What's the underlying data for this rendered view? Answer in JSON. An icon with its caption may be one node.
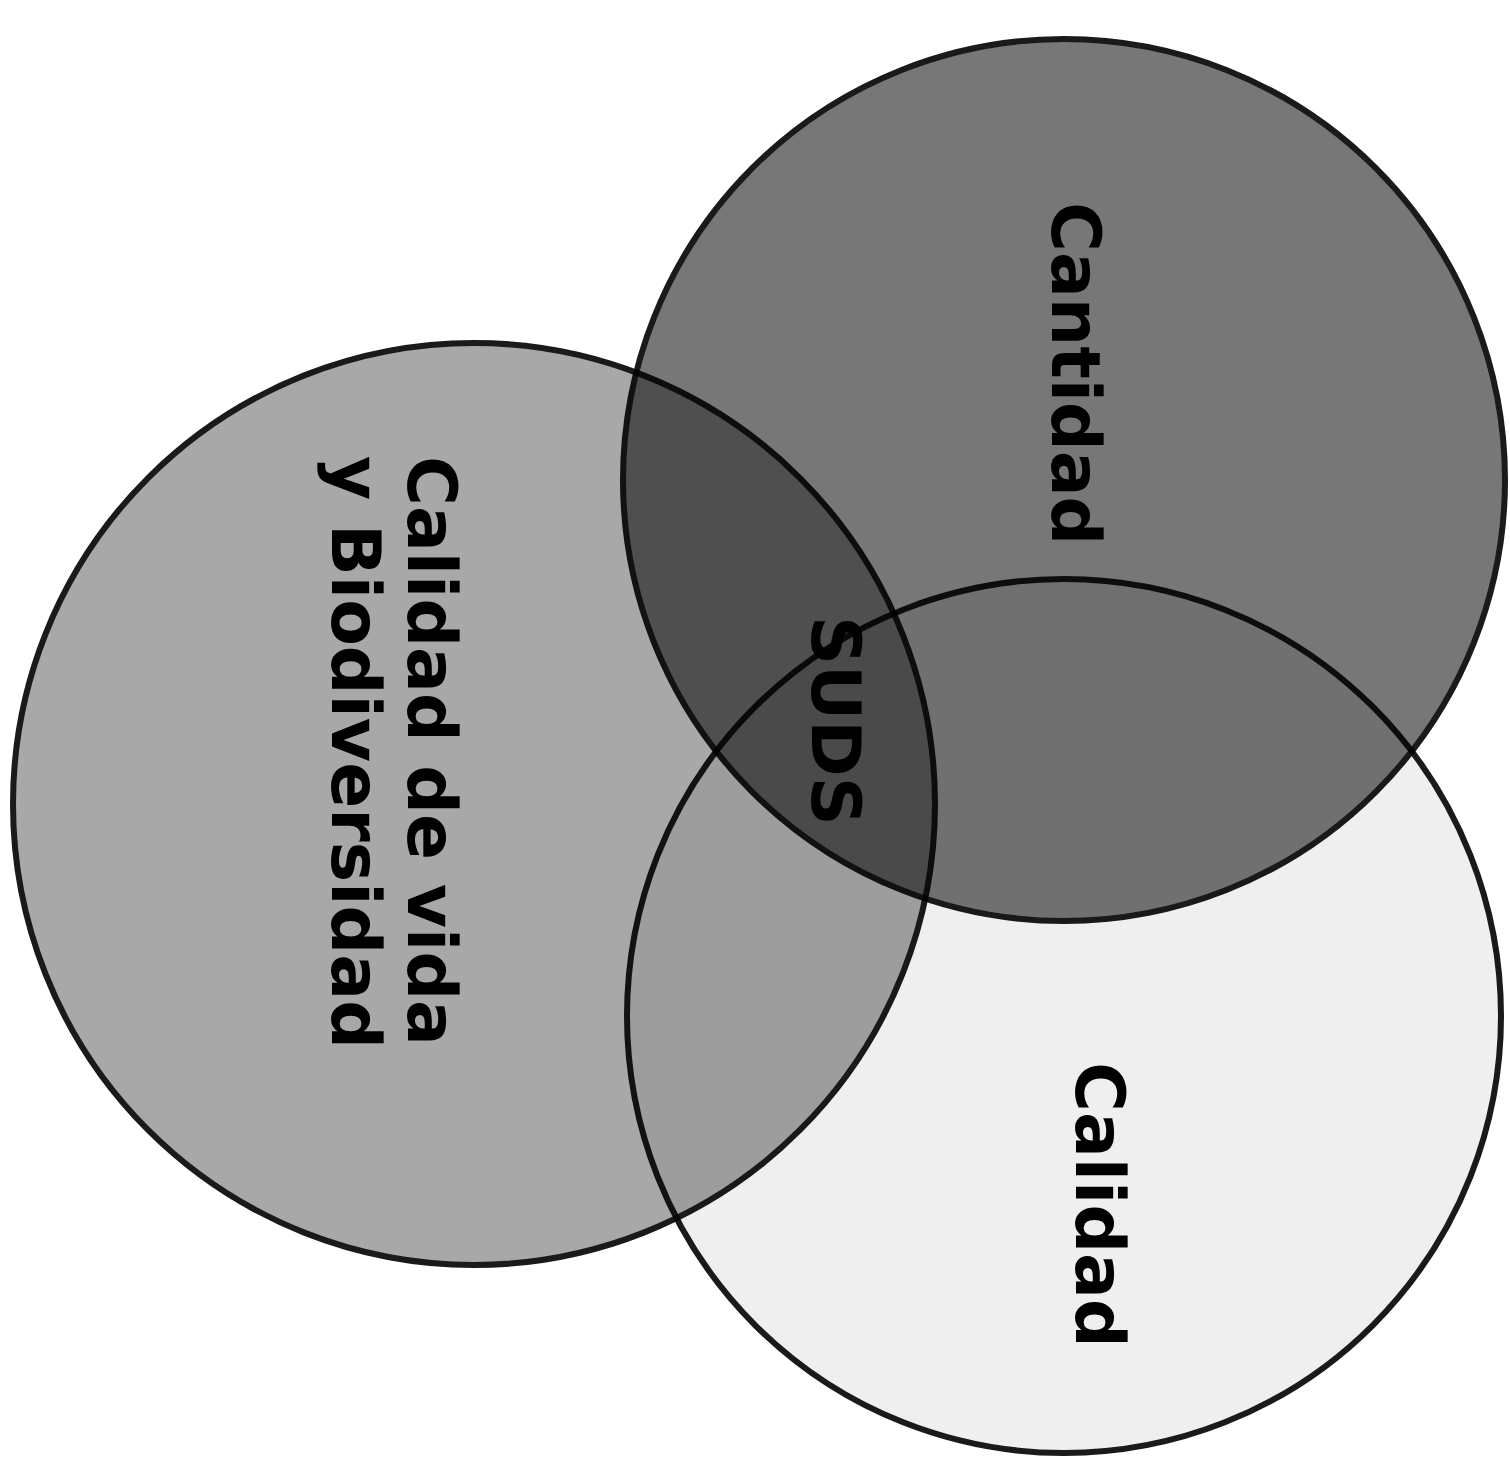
{
  "diagram": {
    "nodes": [
      {
        "text": [
          "Cantidad"
        ]
      },
      {
        "text": [
          "Calidad de vida y Biodiversidad"
        ]
      },
      {
        "text": [
          "Calidad"
        ]
      }
    ],
    "edges": [],
    "labels": [
      "SUDS"
    ]
  }
}
